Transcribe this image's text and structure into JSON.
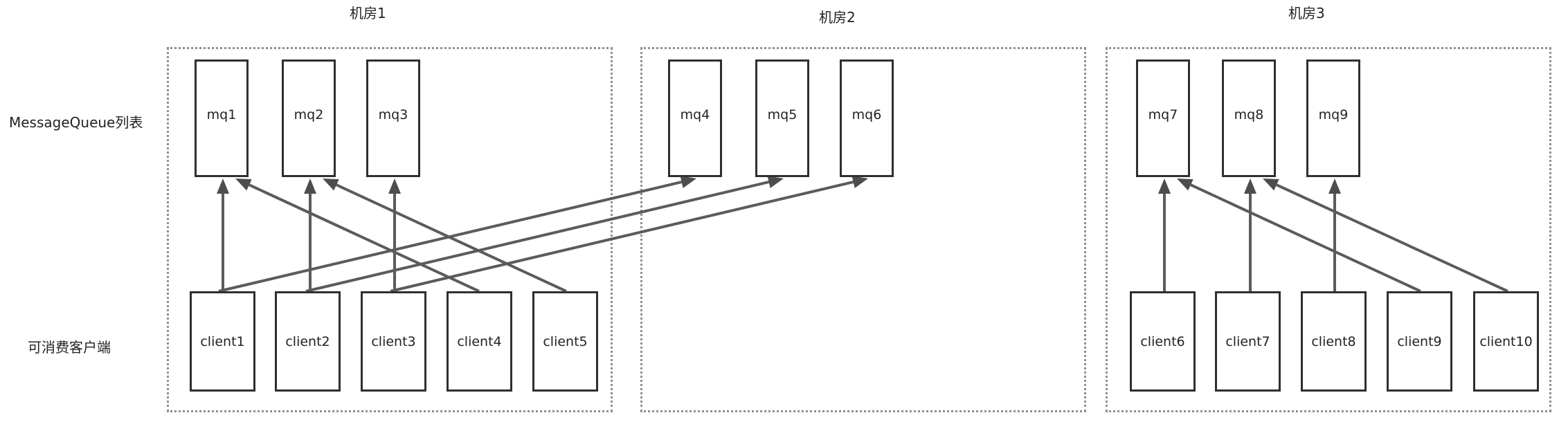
{
  "rooms": [
    {
      "title": "机房1"
    },
    {
      "title": "机房2"
    },
    {
      "title": "机房3"
    }
  ],
  "row_labels": {
    "queues": "MessageQueue列表",
    "clients": "可消费客户端"
  },
  "queues": [
    {
      "label": "mq1"
    },
    {
      "label": "mq2"
    },
    {
      "label": "mq3"
    },
    {
      "label": "mq4"
    },
    {
      "label": "mq5"
    },
    {
      "label": "mq6"
    },
    {
      "label": "mq7"
    },
    {
      "label": "mq8"
    },
    {
      "label": "mq9"
    }
  ],
  "clients": [
    {
      "label": "client1"
    },
    {
      "label": "client2"
    },
    {
      "label": "client3"
    },
    {
      "label": "client4"
    },
    {
      "label": "client5"
    },
    {
      "label": "client6"
    },
    {
      "label": "client7"
    },
    {
      "label": "client8"
    },
    {
      "label": "client9"
    },
    {
      "label": "client10"
    }
  ],
  "edges": [
    {
      "from": "client1",
      "to": "mq1"
    },
    {
      "from": "client1",
      "to": "mq4"
    },
    {
      "from": "client2",
      "to": "mq2"
    },
    {
      "from": "client2",
      "to": "mq5"
    },
    {
      "from": "client3",
      "to": "mq3"
    },
    {
      "from": "client3",
      "to": "mq6"
    },
    {
      "from": "client4",
      "to": "mq1"
    },
    {
      "from": "client5",
      "to": "mq2"
    },
    {
      "from": "client6",
      "to": "mq7"
    },
    {
      "from": "client7",
      "to": "mq8"
    },
    {
      "from": "client8",
      "to": "mq9"
    },
    {
      "from": "client9",
      "to": "mq7"
    },
    {
      "from": "client10",
      "to": "mq8"
    }
  ]
}
